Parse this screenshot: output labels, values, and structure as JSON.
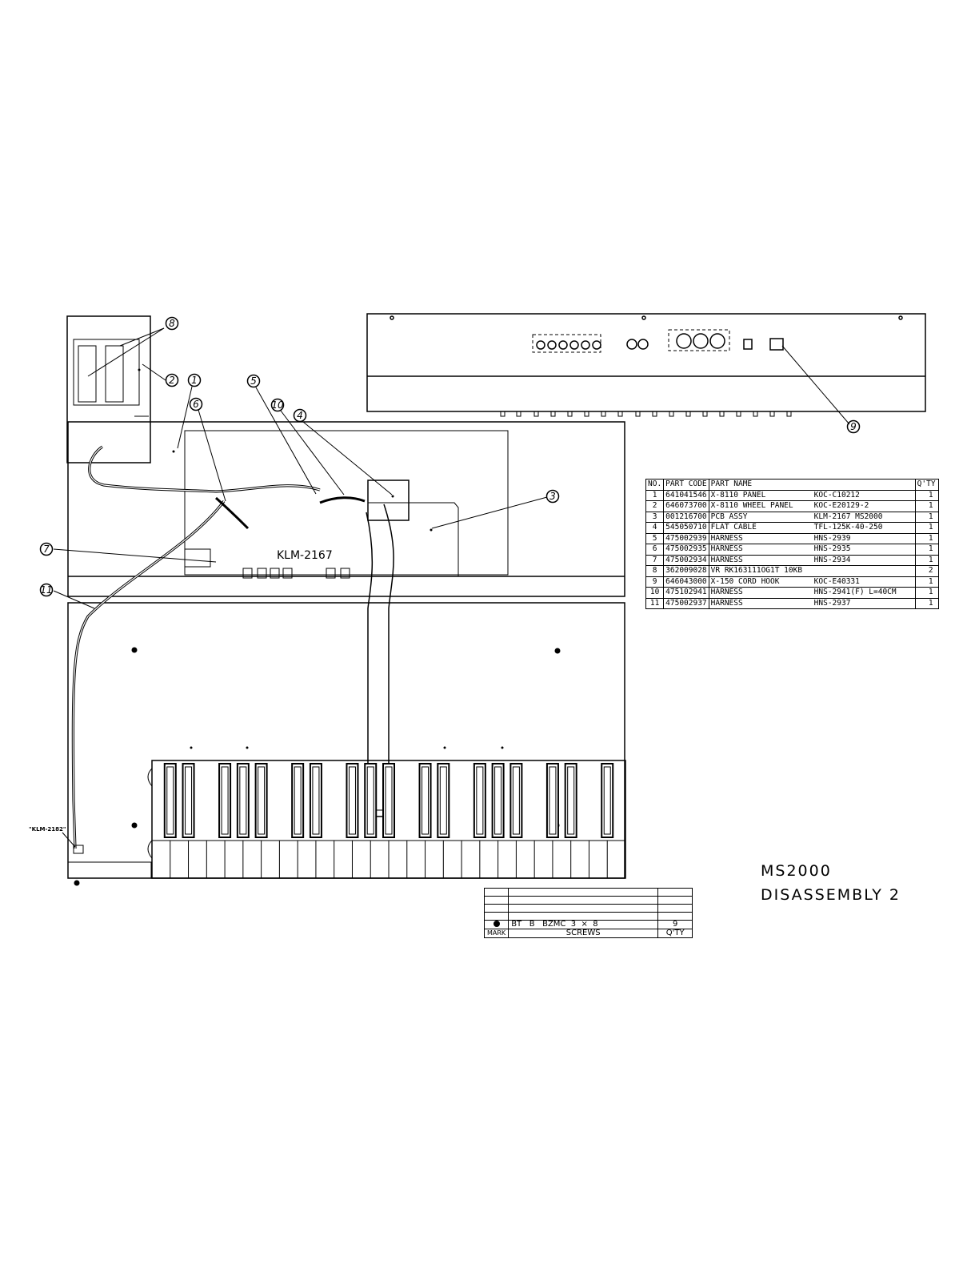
{
  "callouts": [
    "1",
    "2",
    "3",
    "4",
    "5",
    "6",
    "7",
    "8",
    "9",
    "10",
    "11"
  ],
  "pcb_label": "KLM-2167",
  "connector_label": "\"KLM-2182\"",
  "title_line1": "MS2000",
  "title_line2": "DISASSEMBLY 2",
  "parts_table": {
    "headers": [
      "NO.",
      "PART CODE",
      "PART NAME",
      "",
      "Q'TY"
    ],
    "rows": [
      {
        "no": "1",
        "code": "641041546",
        "name": "X-8110 PANEL",
        "ref": "KOC-C10212",
        "qty": "1"
      },
      {
        "no": "2",
        "code": "646073700",
        "name": "X-8110 WHEEL PANEL",
        "ref": "KOC-E20129-2",
        "qty": "1"
      },
      {
        "no": "3",
        "code": "001216700",
        "name": "PCB ASSY",
        "ref": "KLM-2167 MS2000",
        "qty": "1"
      },
      {
        "no": "4",
        "code": "545050710",
        "name": "FLAT CABLE",
        "ref": "TFL-125K-40-250",
        "qty": "1"
      },
      {
        "no": "5",
        "code": "475002939",
        "name": "HARNESS",
        "ref": "HNS-2939",
        "qty": "1"
      },
      {
        "no": "6",
        "code": "475002935",
        "name": "HARNESS",
        "ref": "HNS-2935",
        "qty": "1"
      },
      {
        "no": "7",
        "code": "475002934",
        "name": "HARNESS",
        "ref": "HNS-2934",
        "qty": "1"
      },
      {
        "no": "8",
        "code": "362009028",
        "name": "VR RK163111OG1T 10KB",
        "ref": "",
        "qty": "2"
      },
      {
        "no": "9",
        "code": "646043000",
        "name": "X-150 CORD HOOK",
        "ref": "KOC-E40331",
        "qty": "1"
      },
      {
        "no": "10",
        "code": "475102941",
        "name": "HARNESS",
        "ref": "HNS-2941(F) L=40CM",
        "qty": "1"
      },
      {
        "no": "11",
        "code": "475002937",
        "name": "HARNESS",
        "ref": "HNS-2937",
        "qty": "1"
      }
    ]
  },
  "screw_table": {
    "spec": "BT   B   BZMC  3  ×  8",
    "qty": "9",
    "col_mark": "MARK",
    "col_name": "SCREWS",
    "col_qty": "Q'TY"
  }
}
